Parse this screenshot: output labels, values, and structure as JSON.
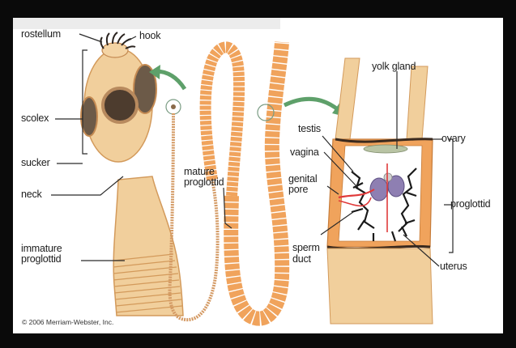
{
  "labels": {
    "rostellum": "rostellum",
    "hook": "hook",
    "scolex": "scolex",
    "sucker": "sucker",
    "neck": "neck",
    "immature_proglottid_1": "immature",
    "immature_proglottid_2": "proglottid",
    "mature_proglottid_1": "mature",
    "mature_proglottid_2": "proglottid",
    "yolk_gland": "yolk gland",
    "testis": "testis",
    "vagina": "vagina",
    "ovary": "ovary",
    "genital_pore_1": "genital",
    "genital_pore_2": "pore",
    "proglottid": "proglottid",
    "sperm_duct_1": "sperm",
    "sperm_duct_2": "duct",
    "uterus": "uterus"
  },
  "copyright": "© 2006 Merriam-Webster, Inc.",
  "colors": {
    "frame": "#0a0a0a",
    "body_tan": "#f1cf9c",
    "body_edge": "#d39a5b",
    "segment_orange": "#f0a35c",
    "arrow_green": "#5ea06a",
    "uterus_black": "#1a1a1a",
    "ovary_purple": "#8e7fb2",
    "duct_red": "#e03a3a"
  }
}
